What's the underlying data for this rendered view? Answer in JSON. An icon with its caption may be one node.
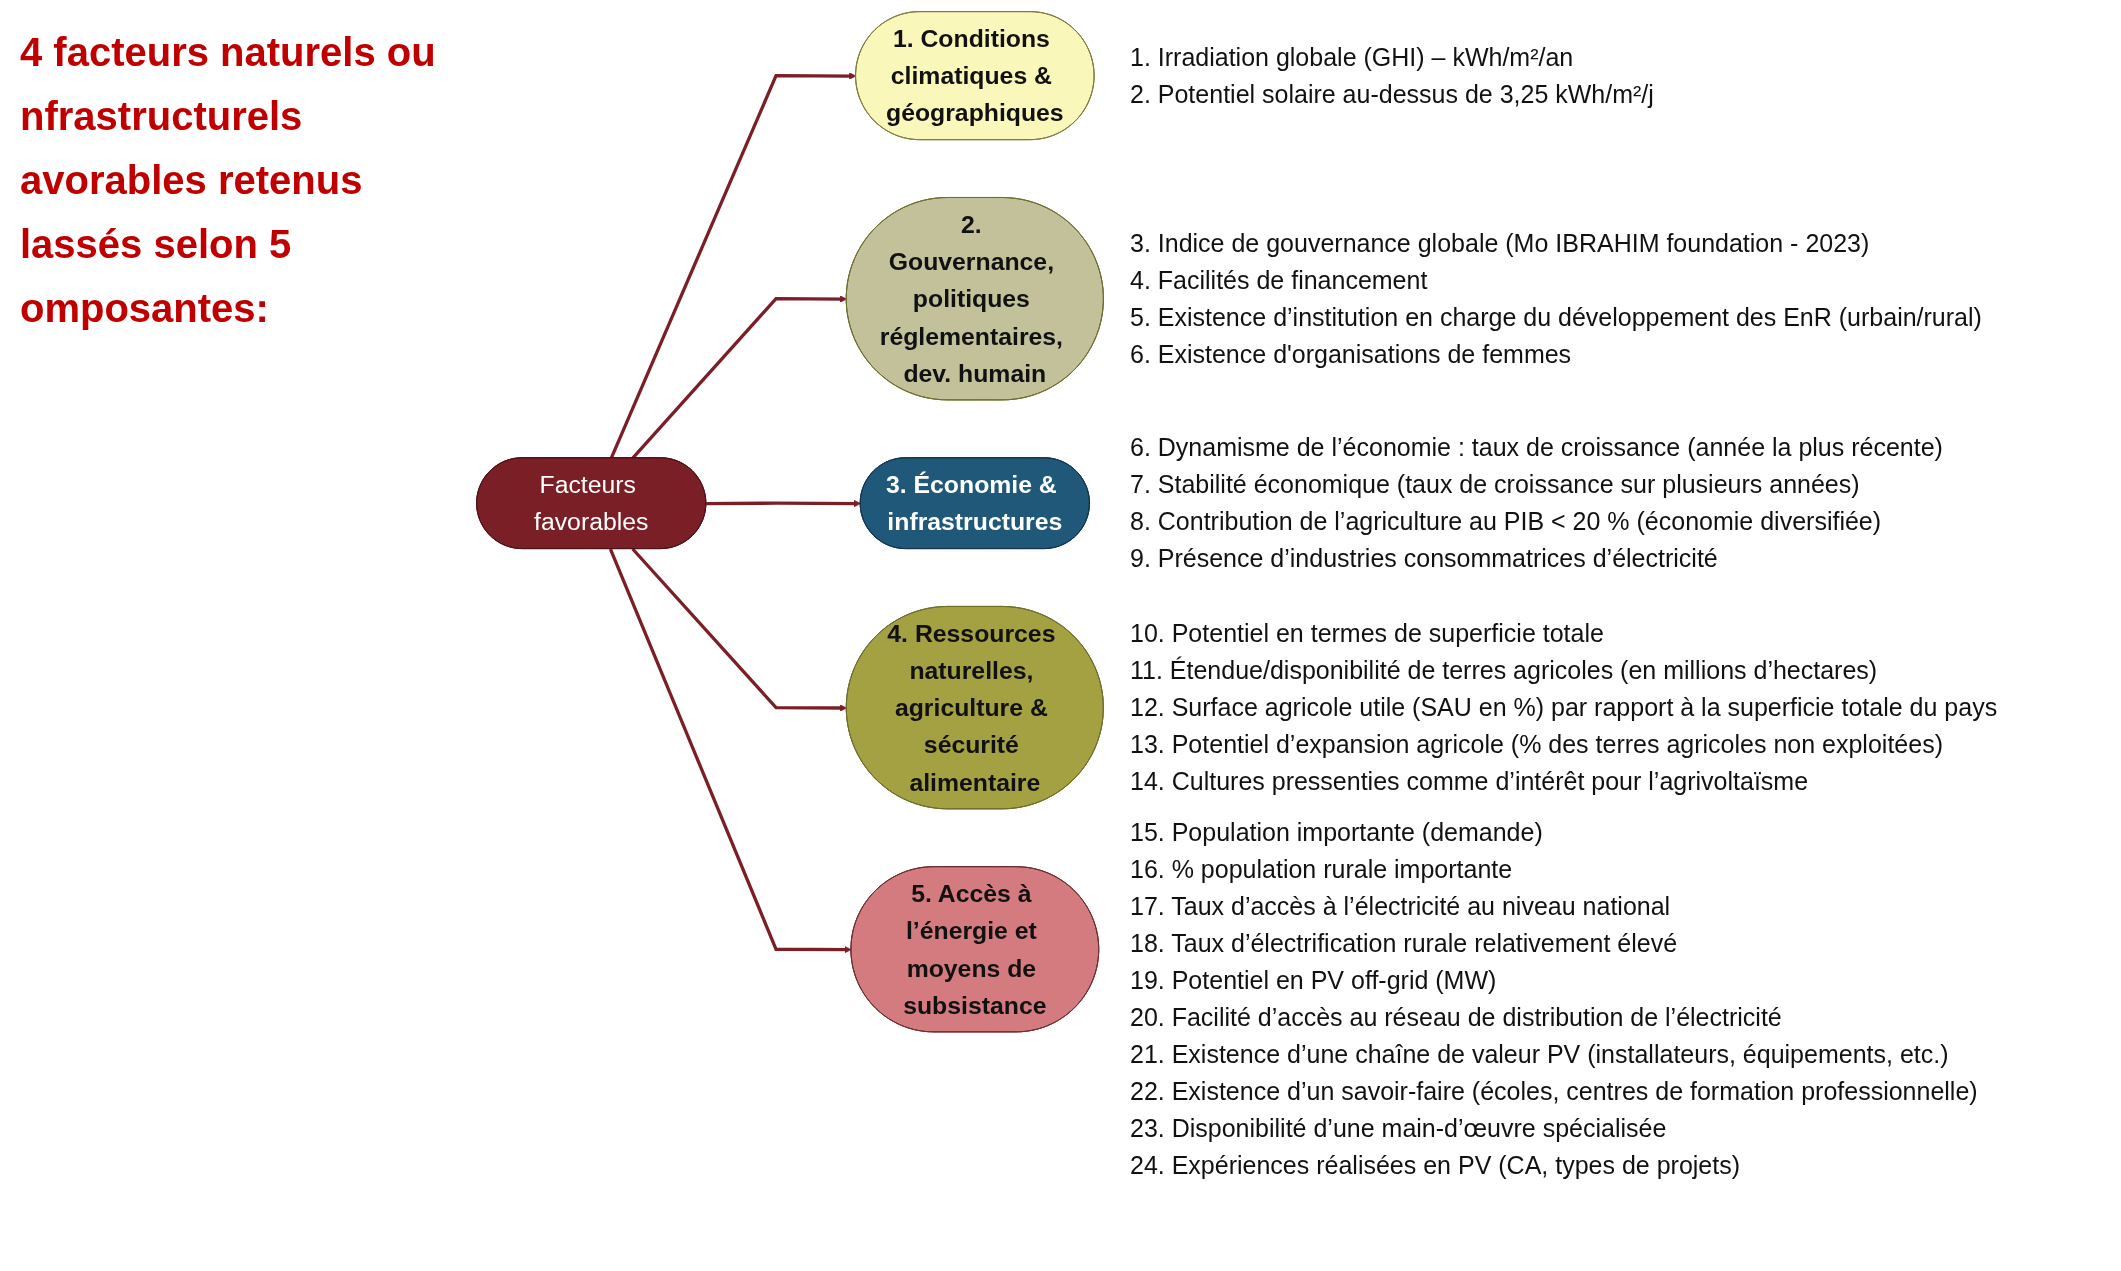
{
  "diagram": {
    "title": "4 facteurs naturels ou nfrastructurels avorables retenus lassés selon 5 omposantes:",
    "nodes": [
      {
        "text": [
          "Facteurs favorables"
        ]
      },
      {
        "text": [
          "1. Conditions climatiques & géographiques"
        ],
        "beside": [
          "1. Irradiation globale (GHI) – kWh/m²/an",
          "2. Potentiel solaire au-dessus de 3,25 kWh/m²/j"
        ]
      },
      {
        "text": [
          "2. Gouvernance, politiques réglementaires, dev. humain"
        ],
        "beside": [
          "3. Indice de gouvernance globale (Mo IBRAHIM foundation - 2023)",
          "4. Facilités de financement",
          "5. Existence d’institution en charge du développement des EnR (urbain/rural)",
          "6. Existence d'organisations de femmes"
        ]
      },
      {
        "text": [
          "3. Économie & infrastructures"
        ],
        "beside": [
          "6. Dynamisme de l’économie : taux de croissance (année la plus récente)",
          "7. Stabilité économique (taux de croissance sur plusieurs années)",
          "8. Contribution de l’agriculture au PIB < 20 % (économie diversifiée)",
          "9. Présence d’industries consommatrices d’électricité"
        ]
      },
      {
        "text": [
          "4. Ressources naturelles, agriculture & sécurité alimentaire"
        ],
        "beside": [
          "10. Potentiel en termes de superficie totale",
          "11. Étendue/disponibilité de terres agricoles (en millions d’hectares)",
          "12. Surface agricole utile (SAU en %) par rapport à la superficie totale du pays",
          "13. Potentiel d’expansion agricole (% des terres agricoles non exploitées)",
          "14. Cultures pressenties comme d’intérêt pour l’agrivoltaïsme"
        ]
      },
      {
        "text": [
          "5. Accès à l’énergie et moyens de subsistance"
        ],
        "beside": [
          "15. Population importante (demande)",
          "16. % population rurale importante",
          "17. Taux d’accès à l’électricité au niveau national",
          "18. Taux d’électrification rurale relativement élevé",
          "19. Potentiel en PV off-grid (MW)",
          "20. Facilité d’accès au réseau de distribution de l’électricité",
          "21. Existence d’une chaîne de valeur PV (installateurs, équipements, etc.)",
          "22. Existence d’un savoir-faire (écoles, centres de formation professionnelle)",
          "23. Disponibilité d’une main-d’œuvre spécialisée",
          "24. Expériences réalisées en PV (CA, types de projets)"
        ]
      }
    ],
    "edges": [
      {
        "from": 0,
        "to": 1,
        "arrow": "to"
      },
      {
        "from": 0,
        "to": 2,
        "arrow": "to"
      },
      {
        "from": 0,
        "to": 3,
        "arrow": "to"
      },
      {
        "from": 0,
        "to": 4,
        "arrow": "to"
      },
      {
        "from": 0,
        "to": 5,
        "arrow": "to"
      }
    ]
  }
}
